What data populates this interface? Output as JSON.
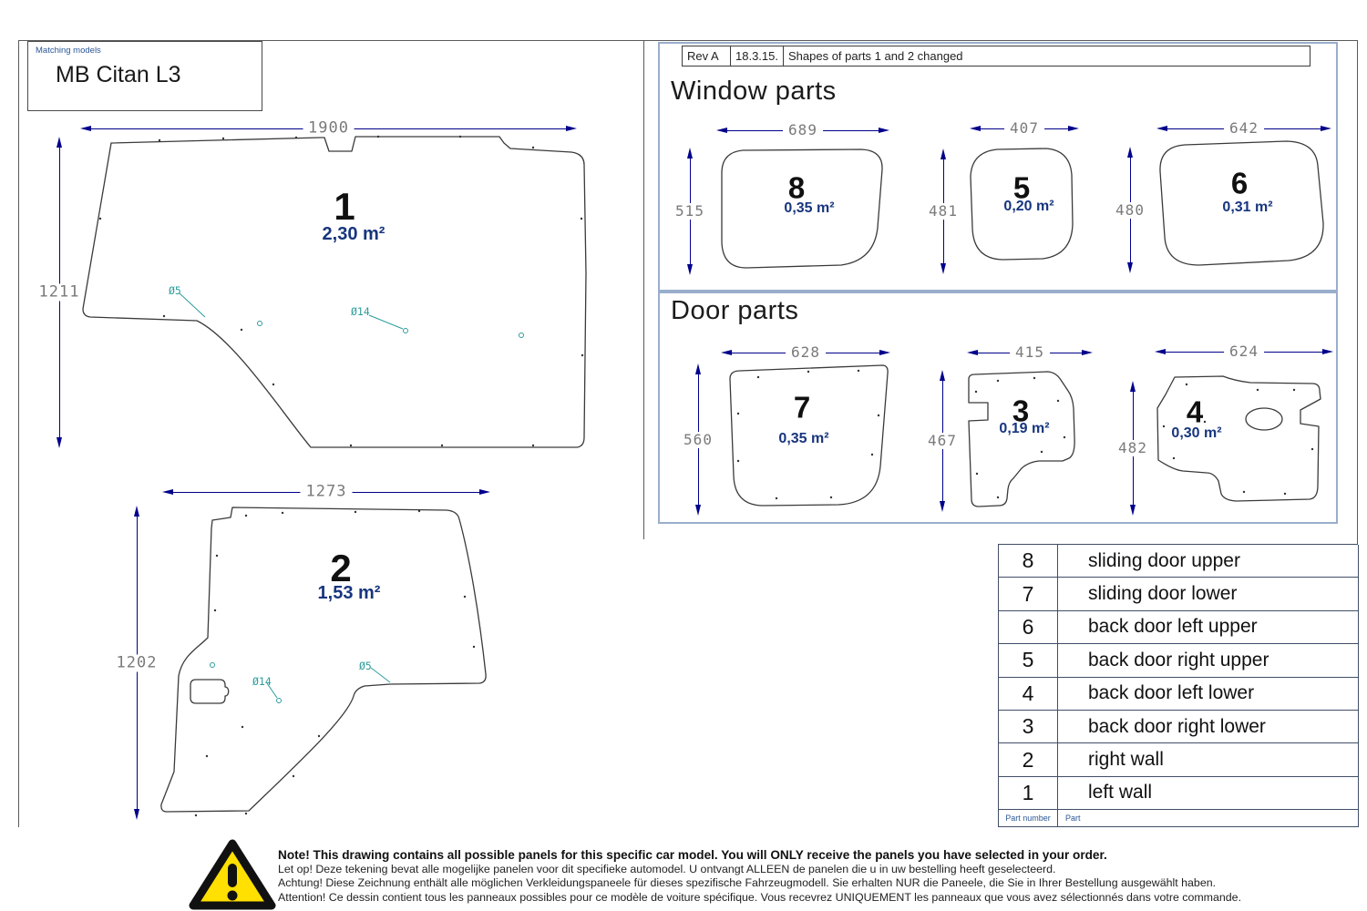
{
  "title_block": {
    "caption": "Matching models",
    "model": "MB Citan L3"
  },
  "revision": {
    "rev": "Rev A",
    "date": "18.3.15.",
    "description": "Shapes of parts 1 and 2 changed"
  },
  "sections": {
    "window": "Window parts",
    "door": "Door parts"
  },
  "annotations": {
    "hole_small": "Ø5",
    "hole_large": "Ø14"
  },
  "panels": {
    "p1": {
      "number": "1",
      "area": "2,30 m²",
      "width": "1900",
      "height": "1211"
    },
    "p2": {
      "number": "2",
      "area": "1,53 m²",
      "width": "1273",
      "height": "1202"
    },
    "p3": {
      "number": "3",
      "area": "0,19 m²",
      "width": "415",
      "height": "467"
    },
    "p4": {
      "number": "4",
      "area": "0,30 m²",
      "width": "624",
      "height": "482"
    },
    "p5": {
      "number": "5",
      "area": "0,20 m²",
      "width": "407",
      "height": "481"
    },
    "p6": {
      "number": "6",
      "area": "0,31 m²",
      "width": "642",
      "height": "480"
    },
    "p7": {
      "number": "7",
      "area": "0,35 m²",
      "width": "628",
      "height": "560"
    },
    "p8": {
      "number": "8",
      "area": "0,35 m²",
      "width": "689",
      "height": "515"
    }
  },
  "parts_table": {
    "rows": [
      {
        "number": "8",
        "name": "sliding door upper"
      },
      {
        "number": "7",
        "name": "sliding door lower"
      },
      {
        "number": "6",
        "name": "back door left upper"
      },
      {
        "number": "5",
        "name": "back door right upper"
      },
      {
        "number": "4",
        "name": "back door left lower"
      },
      {
        "number": "3",
        "name": "back door right lower"
      },
      {
        "number": "2",
        "name": "right wall"
      },
      {
        "number": "1",
        "name": "left wall"
      }
    ],
    "footer": {
      "number_label": "Part number",
      "part_label": "Part"
    }
  },
  "note": {
    "en": "Note! This drawing contains all possible panels for this specific car model. You will ONLY receive the panels you have selected in your order.",
    "nl": "Let op! Deze tekening bevat alle mogelijke panelen voor dit specifieke automodel. U ontvangt ALLEEN de panelen die u in uw bestelling heeft geselecteerd.",
    "de": "Achtung! Diese Zeichnung enthält alle möglichen Verkleidungspaneele für dieses spezifische Fahrzeugmodell. Sie erhalten NUR die Paneele, die Sie in Ihrer Bestellung ausgewählt haben.",
    "fr": "Attention! Ce dessin contient tous les panneaux possibles pour ce modèle de voiture spécifique. Vous recevrez UNIQUEMENT les panneaux que vous avez sélectionnés dans votre commande."
  },
  "colors": {
    "dimension_line": "#00008b",
    "dimension_text": "#7a7a7a",
    "area_text": "#17357e",
    "hole_annotation": "#2d9c9c",
    "table_caption_blue": "#2b5797",
    "warning_yellow": "#ffe000",
    "outline": "#3a3a3a"
  }
}
